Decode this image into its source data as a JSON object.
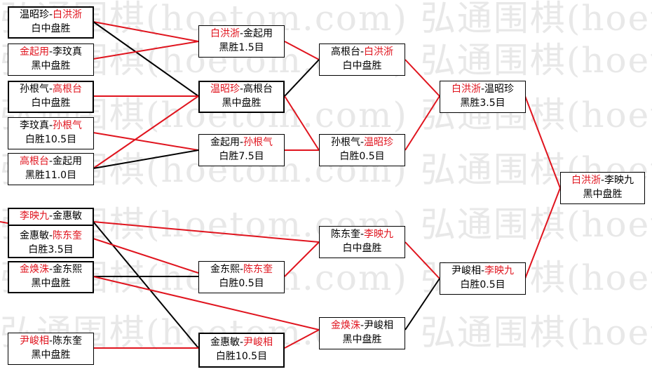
{
  "watermark": "弘通围棋(hoetom.com)  弘通围棋(hoetom.com)  弘通围棋",
  "colors": {
    "winner": "#e0141e",
    "line_win": "#e0141e",
    "line_lose": "#000000"
  },
  "round1": [
    {
      "a": "温昭珍",
      "b": "白洪浙",
      "winner": "b",
      "result": "白中盘胜"
    },
    {
      "a": "金起用",
      "b": "李玟真",
      "winner": "a",
      "result": "黑中盘胜"
    },
    {
      "a": "孙根气",
      "b": "高根台",
      "winner": "b",
      "result": "白中盘胜"
    },
    {
      "a": "李玟真",
      "b": "孙根气",
      "winner": "b",
      "result": "白胜10.5目"
    },
    {
      "a": "高根台",
      "b": "金起用",
      "winner": "a",
      "result": "黑胜11.0目"
    },
    {
      "a": "李映九",
      "b": "金惠敏",
      "winner": "a",
      "result": ""
    },
    {
      "a": "金惠敏",
      "b": "陈东奎",
      "winner": "b",
      "result": "白胜3.5目"
    },
    {
      "a": "金焕洙",
      "b": "金东熙",
      "winner": "a",
      "result": "黑中盘胜"
    },
    {
      "a": "尹峻相",
      "b": "陈东奎",
      "winner": "a",
      "result": "黑中盘胜"
    }
  ],
  "round2": [
    {
      "a": "白洪浙",
      "b": "金起用",
      "winner": "a",
      "result": "黑胜1.5目"
    },
    {
      "a": "温昭珍",
      "b": "高根台",
      "winner": "a",
      "result": "黑中盘胜"
    },
    {
      "a": "金起用",
      "b": "孙根气",
      "winner": "b",
      "result": "白胜7.5目"
    },
    {
      "a": "金东熙",
      "b": "陈东奎",
      "winner": "b",
      "result": "白胜0.5目"
    },
    {
      "a": "金惠敏",
      "b": "尹峻相",
      "winner": "b",
      "result": "白胜10.5目"
    }
  ],
  "round3": [
    {
      "a": "高根台",
      "b": "白洪浙",
      "winner": "b",
      "result": "白中盘胜"
    },
    {
      "a": "孙根气",
      "b": "温昭珍",
      "winner": "b",
      "result": "白胜0.5目"
    },
    {
      "a": "陈东奎",
      "b": "李映九",
      "winner": "b",
      "result": "白中盘胜"
    },
    {
      "a": "金焕洙",
      "b": "尹峻相",
      "winner": "a",
      "result": "黑中盘胜"
    }
  ],
  "round4": [
    {
      "a": "白洪浙",
      "b": "温昭珍",
      "winner": "a",
      "result": "黑胜3.5目"
    },
    {
      "a": "尹峻相",
      "b": "李映九",
      "winner": "b",
      "result": "白胜0.5目"
    }
  ],
  "final": [
    {
      "a": "白洪浙",
      "b": "李映九",
      "winner": "a",
      "result": "黑中盘胜"
    }
  ]
}
